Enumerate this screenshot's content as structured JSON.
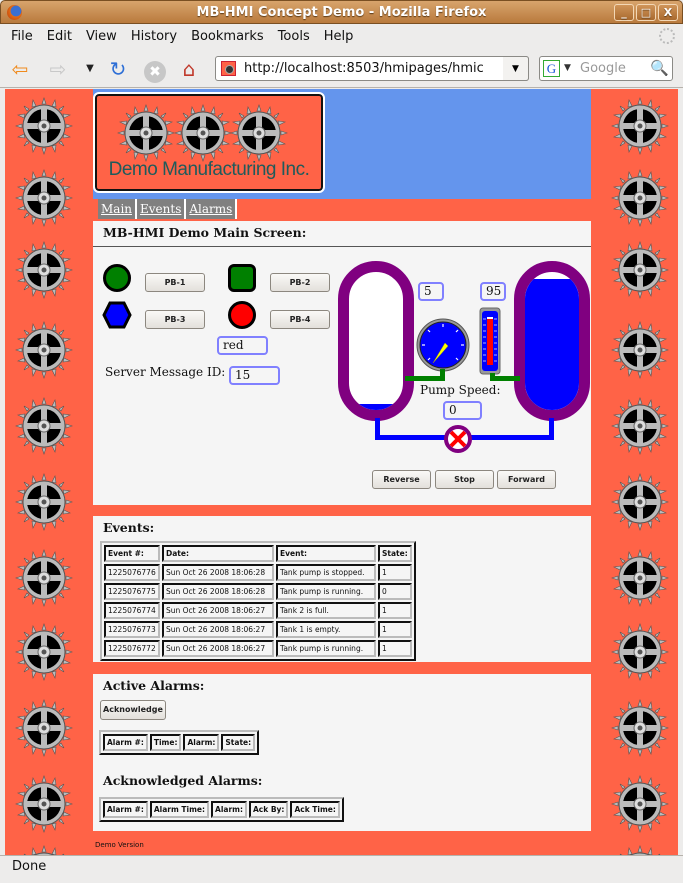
{
  "window": {
    "title": "MB-HMI Concept Demo - Mozilla Firefox",
    "controls": [
      "_",
      "□",
      "X"
    ]
  },
  "menu": {
    "items": [
      {
        "label": "File",
        "key": "F"
      },
      {
        "label": "Edit",
        "key": "E"
      },
      {
        "label": "View",
        "key": "V"
      },
      {
        "label": "History",
        "key": "s"
      },
      {
        "label": "Bookmarks",
        "key": "B"
      },
      {
        "label": "Tools",
        "key": "T"
      },
      {
        "label": "Help",
        "key": "H"
      }
    ]
  },
  "navbar": {
    "url": "http://localhost:8503/hmipages/hmic",
    "search_placeholder": "Google",
    "search_engine": "G"
  },
  "page": {
    "company": "Demo Manufacturing Inc.",
    "tabs": [
      {
        "label": "Main"
      },
      {
        "label": "Events"
      },
      {
        "label": "Alarms"
      }
    ],
    "main_screen": {
      "title": "MB-HMI Demo Main Screen:",
      "pushbuttons": [
        {
          "label": "PB-1",
          "lamp_color": "#008000",
          "lamp_shape": "circle"
        },
        {
          "label": "PB-2",
          "lamp_color": "#008000",
          "lamp_shape": "rounded-square"
        },
        {
          "label": "PB-3",
          "lamp_color": "#0000ff",
          "lamp_shape": "hexagon"
        },
        {
          "label": "PB-4",
          "lamp_color": "#ff0000",
          "lamp_shape": "circle"
        }
      ],
      "color_value": "red",
      "server_msg_label": "Server Message ID:",
      "server_msg_id": "15",
      "tank1_level": "5",
      "tank2_level": "95",
      "pump_speed_label": "Pump Speed:",
      "pump_speed": "0",
      "pump_buttons": {
        "reverse": "Reverse",
        "stop": "Stop",
        "forward": "Forward"
      },
      "colors": {
        "tank_border": "#800080",
        "fluid": "#0000ff",
        "pipe_green": "#008000"
      }
    },
    "events": {
      "title": "Events:",
      "columns": [
        "Event #:",
        "Date:",
        "Event:",
        "State:"
      ],
      "rows": [
        [
          "1225076776",
          "Sun Oct 26 2008 18:06:28",
          "Tank pump is stopped.",
          "1"
        ],
        [
          "1225076775",
          "Sun Oct 26 2008 18:06:28",
          "Tank pump is running.",
          "0"
        ],
        [
          "1225076774",
          "Sun Oct 26 2008 18:06:27",
          "Tank 2 is full.",
          "1"
        ],
        [
          "1225076773",
          "Sun Oct 26 2008 18:06:27",
          "Tank 1 is empty.",
          "1"
        ],
        [
          "1225076772",
          "Sun Oct 26 2008 18:06:27",
          "Tank pump is running.",
          "1"
        ]
      ]
    },
    "active_alarms": {
      "title": "Active Alarms:",
      "acknowledge_label": "Acknowledge",
      "columns": [
        "Alarm #:",
        "Time:",
        "Alarm:",
        "State:"
      ]
    },
    "ack_alarms": {
      "title": "Acknowledged Alarms:",
      "columns": [
        "Alarm #:",
        "Alarm Time:",
        "Alarm:",
        "Ack By:",
        "Ack Time:"
      ]
    },
    "footer": "Demo Version"
  },
  "statusbar": {
    "text": "Done"
  }
}
